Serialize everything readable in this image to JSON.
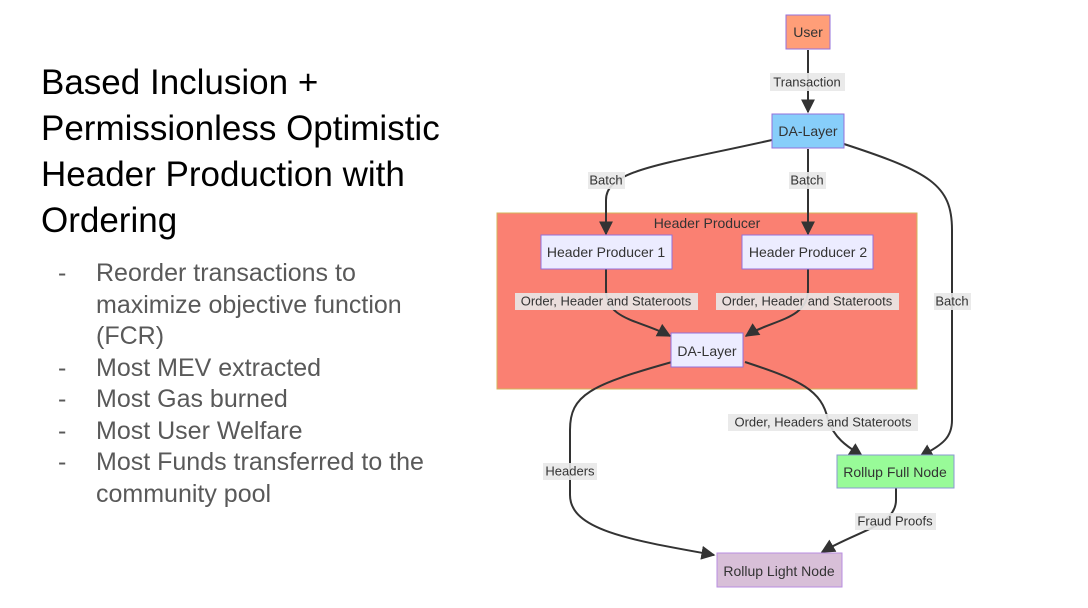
{
  "slide": {
    "title_lines": [
      "Based Inclusion +",
      "Permissionless Optimistic",
      "Header Production with",
      "Ordering"
    ],
    "bullet_marker": "-",
    "bullets": [
      {
        "lines": [
          "Reorder transactions to",
          "maximize objective function",
          "(FCR)"
        ]
      },
      {
        "lines": [
          "Most MEV extracted"
        ]
      },
      {
        "lines": [
          "Most Gas burned"
        ]
      },
      {
        "lines": [
          "Most User Welfare"
        ]
      },
      {
        "lines": [
          "Most Funds transferred to the",
          "community pool"
        ]
      }
    ]
  },
  "diagram": {
    "cluster": {
      "label": "Header Producer",
      "fill": "#fa8072",
      "stroke": "#d4b35a"
    },
    "nodes": {
      "user": {
        "label": "User",
        "fill": "#ff9e78",
        "stroke": "#9370db"
      },
      "da_layer_top": {
        "label": "DA-Layer",
        "fill": "#87cefa",
        "stroke": "#9370db"
      },
      "header_producer_1": {
        "label": "Header Producer 1",
        "fill": "#ececff",
        "stroke": "#9370db"
      },
      "header_producer_2": {
        "label": "Header Producer 2",
        "fill": "#ececff",
        "stroke": "#9370db"
      },
      "da_layer_inner": {
        "label": "DA-Layer",
        "fill": "#ececff",
        "stroke": "#9370db"
      },
      "rollup_full_node": {
        "label": "Rollup Full Node",
        "fill": "#98fb98",
        "stroke": "#8a9ad0"
      },
      "rollup_light_node": {
        "label": "Rollup Light Node",
        "fill": "#d8bfd8",
        "stroke": "#b98ee0"
      }
    },
    "edges": {
      "user_to_da": "Transaction",
      "da_to_hp1": "Batch",
      "da_to_hp2": "Batch",
      "da_to_full": "Batch",
      "hp1_to_da": "Order, Header and Stateroots",
      "hp2_to_da": "Order, Header and Stateroots",
      "da_to_full_inner": "Order, Headers and Stateroots",
      "da_to_light": "Headers",
      "full_to_light": "Fraud Proofs"
    }
  }
}
